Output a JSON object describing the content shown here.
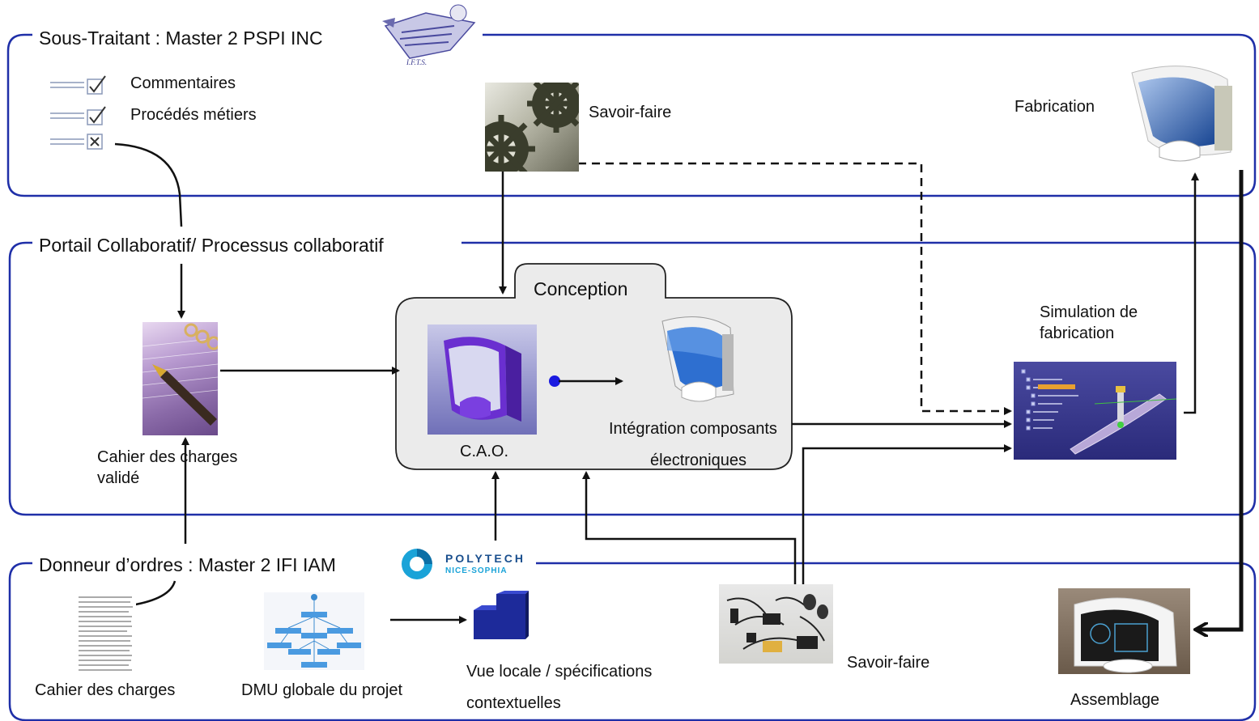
{
  "sections": {
    "sous_traitant": "Sous-Traitant : Master 2 PSPI INC",
    "portail": "Portail Collaboratif/ Processus collaboratif",
    "donneur": "Donneur d’ordres : Master 2 IFI IAM"
  },
  "logos": {
    "ifts": "I.F.T.S.",
    "polytech_main": "POLYTECH",
    "polytech_sub": "NICE-SOPHIA"
  },
  "checklist": [
    "Commentaires",
    "Procédés métiers"
  ],
  "labels": {
    "savoir_faire_top": "Savoir-faire",
    "fabrication": "Fabrication",
    "conception": "Conception",
    "cao": "C.A.O.",
    "integration_line1": "Intégration  composants",
    "integration_line2": "électroniques",
    "simulation": "Simulation de fabrication",
    "cahier_valide": "Cahier des charges validé",
    "cahier": "Cahier des charges",
    "dmu": "DMU globale du projet",
    "vue_locale_line1": "Vue locale / spécifications",
    "vue_locale_line2": "contextuelles",
    "savoir_faire_bottom": "Savoir-faire",
    "assemblage": "Assemblage"
  },
  "colors": {
    "frame": "#1f2fa8",
    "conception_fill": "#ebebeb",
    "connector": "#111111",
    "cao_purple": "#6a2fd0",
    "device_blue": "#2e6fd0",
    "cube_blue": "#1d2a9a"
  }
}
